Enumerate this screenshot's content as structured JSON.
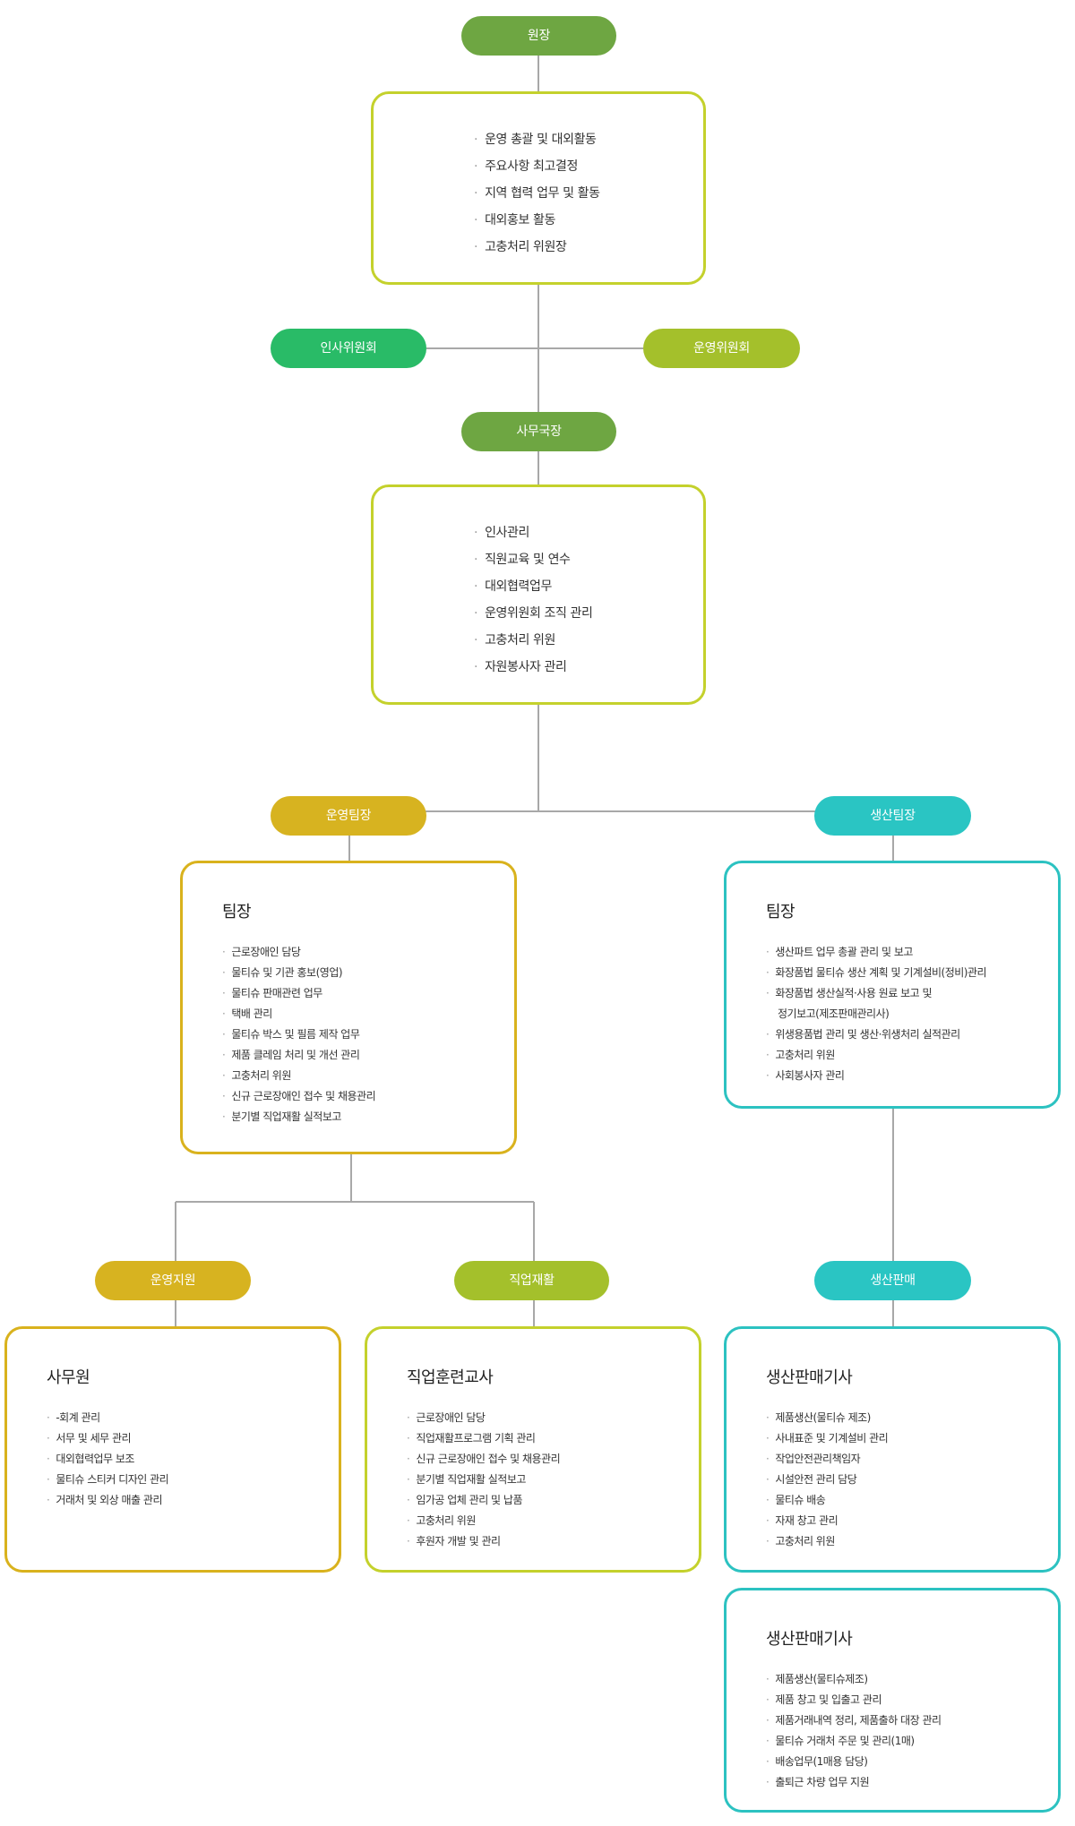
{
  "director": {
    "label": "원장",
    "duties": [
      "운영 총괄 및 대외활동",
      "주요사항 최고결정",
      "지역 협력 업무 및 활동",
      "대외홍보 활동",
      "고충처리 위원장"
    ]
  },
  "personnel_committee": {
    "label": "인사위원회"
  },
  "operations_committee": {
    "label": "운영위원회"
  },
  "secretary_general": {
    "label": "사무국장",
    "duties": [
      "인사관리",
      "직원교육 및 연수",
      "대외협력업무",
      "운영위원회 조직 관리",
      "고충처리 위원",
      "자원봉사자 관리"
    ]
  },
  "ops_team_lead": {
    "label": "운영팀장",
    "title": "팀장",
    "duties": [
      "근로장애인 담당",
      "물티슈 및 기관 홍보(영업)",
      "물티슈 판매관련 업무",
      "택배 관리",
      "물티슈 박스 및 필름 제작 업무",
      "제품 클레임 처리 및 개선 관리",
      "고충처리 위원",
      "신규 근로장애인 접수 및 채용관리",
      "분기별 직업재활 실적보고"
    ]
  },
  "prod_team_lead": {
    "label": "생산팀장",
    "title": "팀장",
    "duties": [
      "생산파트 업무 총괄 관리 및 보고",
      "화장품법 물티슈 생산 계획 및 기계설비(정비)관리",
      "화장품법 생산실적·사용 원료 보고 및",
      "정기보고(제조판매관리사)",
      "위생용품법 관리 및 생산·위생처리 실적관리",
      "고충처리 위원",
      "사회봉사자 관리"
    ]
  },
  "ops_support": {
    "label": "운영지원",
    "title": "사무원",
    "duties": [
      "-회계 관리",
      "서무 및 세무 관리",
      "대외협력업무 보조",
      "물티슈 스티커 디자인 관리",
      "거래처 및 외상 매출 관리"
    ]
  },
  "vocational_rehab": {
    "label": "직업재활",
    "title": "직업훈련교사",
    "duties": [
      "근로장애인 담당",
      "직업재활프로그램 기획 관리",
      "신규 근로장애인 접수 및 채용관리",
      "분기별 직업재활 실적보고",
      "임가공 업체 관리 및 납품",
      "고충처리 위원",
      "후원자 개발 및 관리"
    ]
  },
  "prod_sales": {
    "label": "생산판매",
    "box1": {
      "title": "생산판매기사",
      "duties": [
        "제품생산(물티슈 제조)",
        "사내표준 및 기계설비 관리",
        "작업안전관리책임자",
        "시설안전 관리 담당",
        "물티슈 배송",
        "자재 창고 관리",
        "고충처리 위원"
      ]
    },
    "box2": {
      "title": "생산판매기사",
      "duties": [
        "제품생산(물티슈제조)",
        "제품 창고 및 입출고 관리",
        "제품거래내역 정리, 제품출하 대장 관리",
        "물티슈 거래처 주문 및 관리(1매)",
        "배송업무(1매용 담당)",
        "출퇴근 차량 업무 지원"
      ]
    }
  },
  "colors": {
    "olive": "#6ea642",
    "green": "#29bb67",
    "lime": "#a4c02b",
    "yellow": "#d7b320",
    "teal": "#2ac5c3",
    "connector": "#a8a8a8"
  }
}
